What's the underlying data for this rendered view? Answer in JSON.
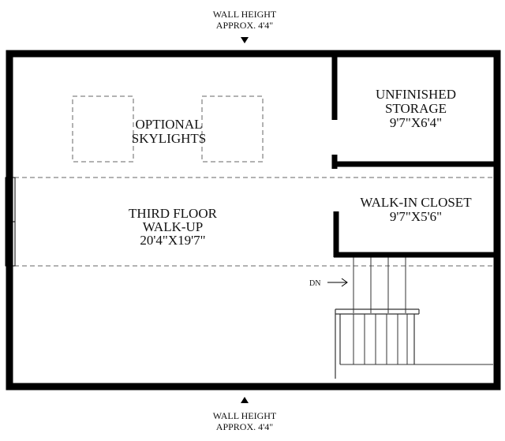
{
  "top_note": {
    "line1": "WALL HEIGHT",
    "line2": "APPROX. 4'4\""
  },
  "bottom_note": {
    "line1": "WALL HEIGHT",
    "line2": "APPROX. 4'4\""
  },
  "rooms": {
    "skylights": {
      "line1": "OPTIONAL",
      "line2": "SKYLIGHTS"
    },
    "walkup": {
      "line1": "THIRD FLOOR",
      "line2": "WALK-UP",
      "dims": "20'4\"X19'7\""
    },
    "storage": {
      "line1": "UNFINISHED",
      "line2": "STORAGE",
      "dims": "9'7\"X6'4\""
    },
    "closet": {
      "line1": "WALK-IN CLOSET",
      "dims": "9'7\"X5'6\""
    }
  },
  "stair_label": "DN",
  "colors": {
    "wall": "#000000",
    "line": "#333333",
    "dash": "#666666",
    "background": "#ffffff"
  }
}
